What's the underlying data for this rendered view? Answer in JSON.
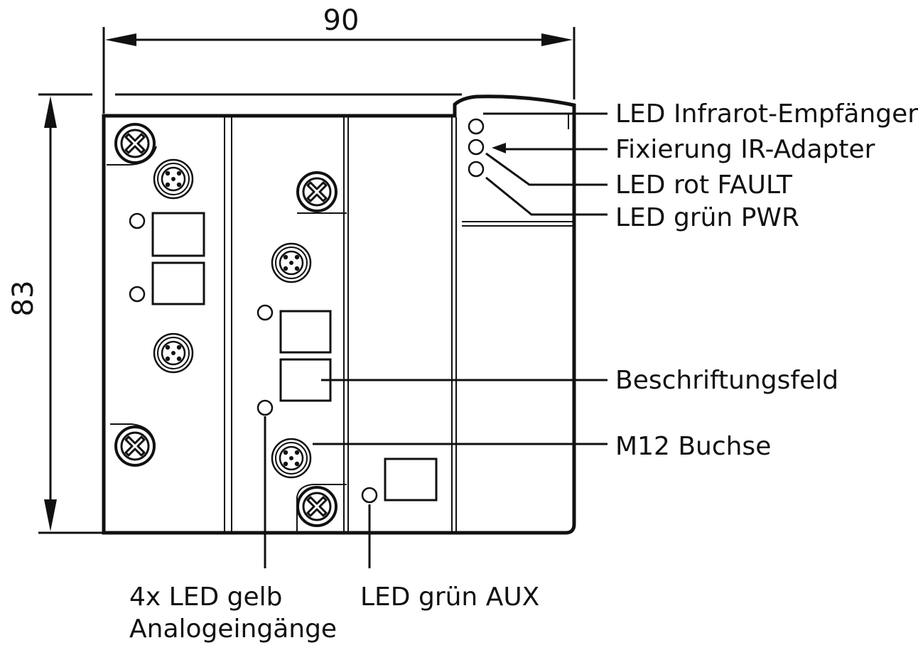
{
  "dimensions": {
    "width": "90",
    "height": "83"
  },
  "labels": {
    "ir_receiver": "LED Infrarot-Empfänger",
    "ir_adapter_fixing": "Fixierung IR-Adapter",
    "led_fault": "LED rot FAULT",
    "led_pwr": "LED grün PWR",
    "label_field": "Beschriftungsfeld",
    "m12_socket": "M12 Buchse",
    "analog_leds_line1": "4x LED gelb",
    "analog_leds_line2": "Analogeingänge",
    "led_aux": "LED grün AUX"
  },
  "colors": {
    "line": "#111111",
    "background": "#ffffff"
  }
}
